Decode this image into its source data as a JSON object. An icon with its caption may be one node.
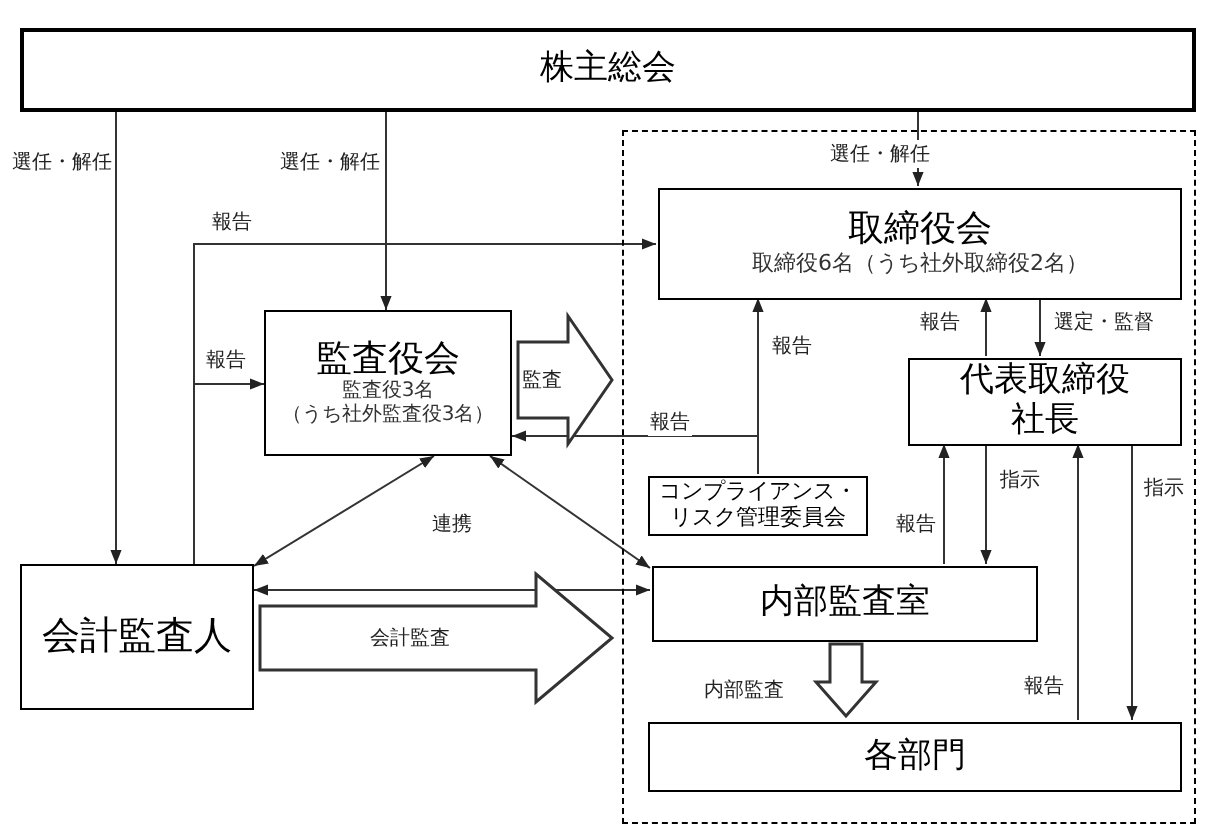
{
  "diagram": {
    "nodes": [
      {
        "text": [
          "株主総会"
        ]
      },
      {
        "text": [],
        "shape": "box"
      },
      {
        "text": [
          "取締役会",
          "取締役6名（うち社外取締役2名）"
        ],
        "in": 1
      },
      {
        "text": [
          "監査役会",
          "監査役3名",
          "（うち社外監査役3名）"
        ]
      },
      {
        "text": [
          "代表取締役",
          "社長"
        ],
        "in": 1
      },
      {
        "text": [
          "コンプライアンス・リスク管理委員会"
        ],
        "in": 1
      },
      {
        "text": [
          "会計監査人"
        ]
      },
      {
        "text": [
          "内部監査室"
        ],
        "in": 1
      },
      {
        "text": [
          "各部門"
        ],
        "in": 1
      }
    ],
    "edges": [
      {
        "from": 0,
        "to": 6,
        "arrow": "to",
        "label": "選任・解任"
      },
      {
        "from": 0,
        "to": 3,
        "arrow": "to",
        "label": "選任・解任"
      },
      {
        "from": 0,
        "to": 2,
        "arrow": "to",
        "label": "選任・解任"
      },
      {
        "from": 6,
        "to": 2,
        "arrow": "to",
        "label": "報告"
      },
      {
        "from": 6,
        "to": 3,
        "arrow": "to",
        "label": "報告"
      },
      {
        "from": 5,
        "to": 2,
        "arrow": "to",
        "label": "報告"
      },
      {
        "from": 5,
        "to": 3,
        "arrow": "to",
        "label": "報告"
      },
      {
        "from": 4,
        "to": 2,
        "arrow": "to",
        "label": "報告"
      },
      {
        "from": 2,
        "to": 4,
        "arrow": "to",
        "label": "選定・監督"
      },
      {
        "from": 7,
        "to": 4,
        "arrow": "to",
        "label": "報告"
      },
      {
        "from": 4,
        "to": 7,
        "arrow": "to",
        "label": "指示"
      },
      {
        "from": 8,
        "to": 4,
        "arrow": "to",
        "label": "報告"
      },
      {
        "from": 4,
        "to": 8,
        "arrow": "to",
        "label": "指示"
      },
      {
        "from": 3,
        "to": 6,
        "arrow": "both",
        "label": "連携"
      },
      {
        "from": 3,
        "to": 7,
        "arrow": "both"
      },
      {
        "from": 6,
        "to": 7,
        "arrow": "both"
      },
      {
        "from": 3,
        "to": 1,
        "arrow": "to",
        "label": "監査",
        "style": "thick"
      },
      {
        "from": 6,
        "to": 1,
        "arrow": "to",
        "label": "会計監査",
        "style": "thick"
      },
      {
        "from": 7,
        "to": 8,
        "arrow": "to",
        "label": "内部監査",
        "style": "thick"
      }
    ]
  }
}
